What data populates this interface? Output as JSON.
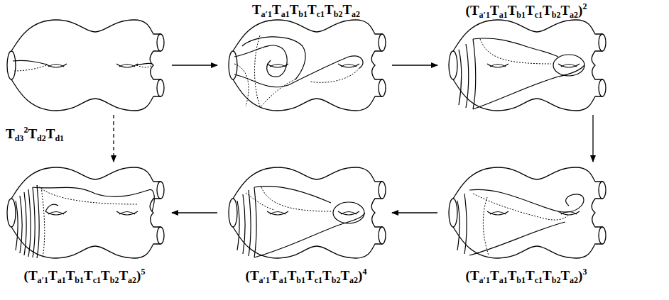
{
  "diagram": {
    "labels": [
      "Ta′1Ta1Tb1Tc1Tb2Ta2",
      "(Ta′1Ta1Tb1Tc1Tb2Ta2)2",
      "Td32Td2Td1",
      "(Ta′1Ta1Tb1Tc1Tb2Ta2)5",
      "(Ta′1Ta1Tb1Tc1Tb2Ta2)4",
      "(Ta′1Ta1Tb1Tc1Tb2Ta2)3"
    ]
  }
}
